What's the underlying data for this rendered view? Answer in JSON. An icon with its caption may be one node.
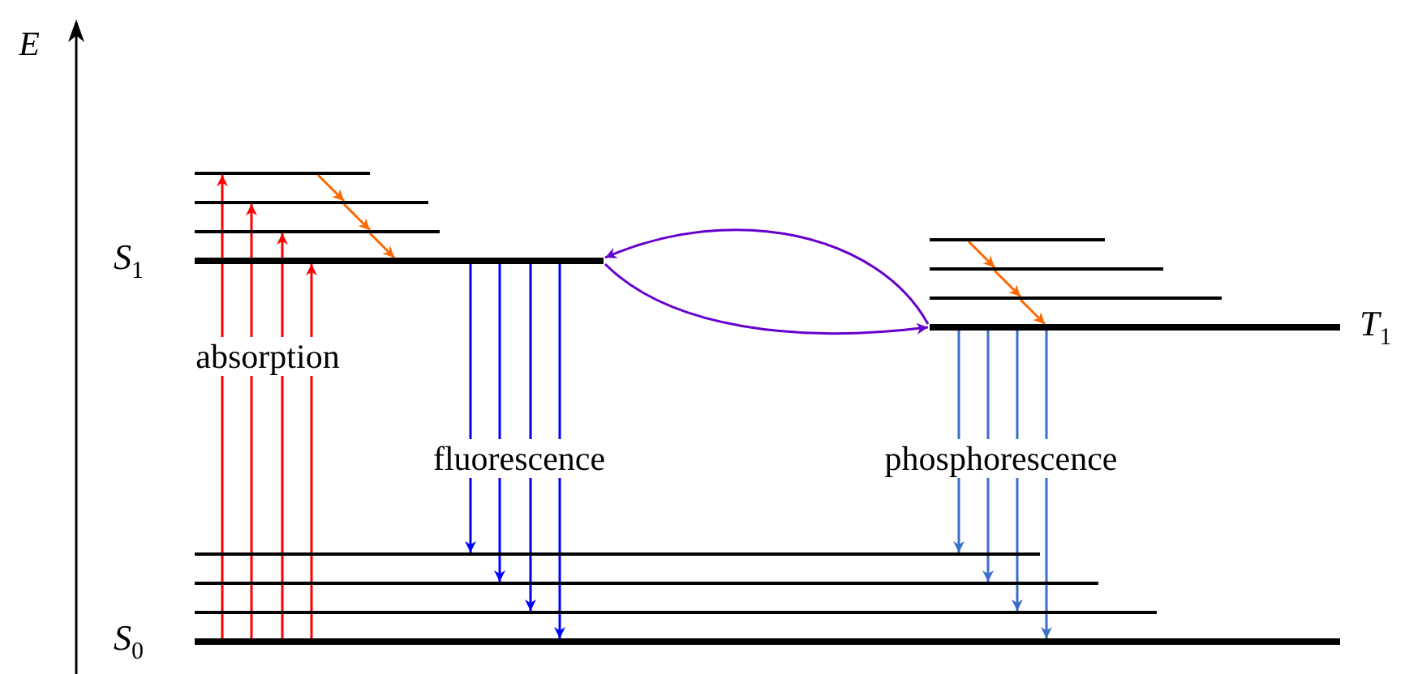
{
  "diagram": {
    "nodes": [
      {
        "text": [],
        "shape": "bar"
      },
      {
        "text": [],
        "shape": "bar"
      },
      {
        "text": [],
        "shape": "bar"
      },
      {
        "text": [
          "S$_{1}$"
        ]
      },
      {
        "text": [],
        "shape": "bar"
      },
      {
        "text": [],
        "shape": "bar"
      },
      {
        "text": [],
        "shape": "bar"
      },
      {
        "text": [
          "T$_{1}$"
        ]
      },
      {
        "text": [],
        "shape": "bar"
      },
      {
        "text": [],
        "shape": "bar"
      },
      {
        "text": [],
        "shape": "bar"
      },
      {
        "text": [
          "S$_{0}$"
        ]
      }
    ],
    "edges": [
      {
        "from": 11,
        "to": 0,
        "arrow": "to",
        "color": "#ff0000"
      },
      {
        "from": 11,
        "to": 1,
        "arrow": "to",
        "color": "#ff0000"
      },
      {
        "from": 11,
        "to": 2,
        "arrow": "to",
        "color": "#ff0000"
      },
      {
        "from": 11,
        "to": 3,
        "arrow": "to",
        "color": "#ff0000"
      },
      {
        "from": 0,
        "to": 1,
        "arrow": "to",
        "color": "#ff6600"
      },
      {
        "from": 1,
        "to": 2,
        "arrow": "to",
        "color": "#ff6600"
      },
      {
        "from": 2,
        "to": 3,
        "arrow": "to",
        "color": "#ff6600"
      },
      {
        "from": 3,
        "to": 8,
        "arrow": "to",
        "color": "#0000ff"
      },
      {
        "from": 3,
        "to": 9,
        "arrow": "to",
        "color": "#0000ff"
      },
      {
        "from": 3,
        "to": 10,
        "arrow": "to",
        "color": "#0000ff"
      },
      {
        "from": 3,
        "to": 11,
        "arrow": "to",
        "color": "#0000ff"
      },
      {
        "from": 3,
        "to": 7,
        "arrow": "to",
        "color": "#6600cc"
      },
      {
        "from": 7,
        "to": 3,
        "arrow": "to",
        "color": "#6600cc"
      },
      {
        "from": 4,
        "to": 5,
        "arrow": "to",
        "color": "#ff6600"
      },
      {
        "from": 5,
        "to": 6,
        "arrow": "to",
        "color": "#ff6600"
      },
      {
        "from": 6,
        "to": 7,
        "arrow": "to",
        "color": "#ff6600"
      },
      {
        "from": 7,
        "to": 8,
        "arrow": "to",
        "color": "#3a6fc8"
      },
      {
        "from": 7,
        "to": 9,
        "arrow": "to",
        "color": "#3a6fc8"
      },
      {
        "from": 7,
        "to": 10,
        "arrow": "to",
        "color": "#3a6fc8"
      },
      {
        "from": 7,
        "to": 11,
        "arrow": "to",
        "color": "#3a6fc8"
      }
    ],
    "labels": [
      "E",
      "absorption",
      "fluorescence",
      "phosphorescence"
    ]
  }
}
